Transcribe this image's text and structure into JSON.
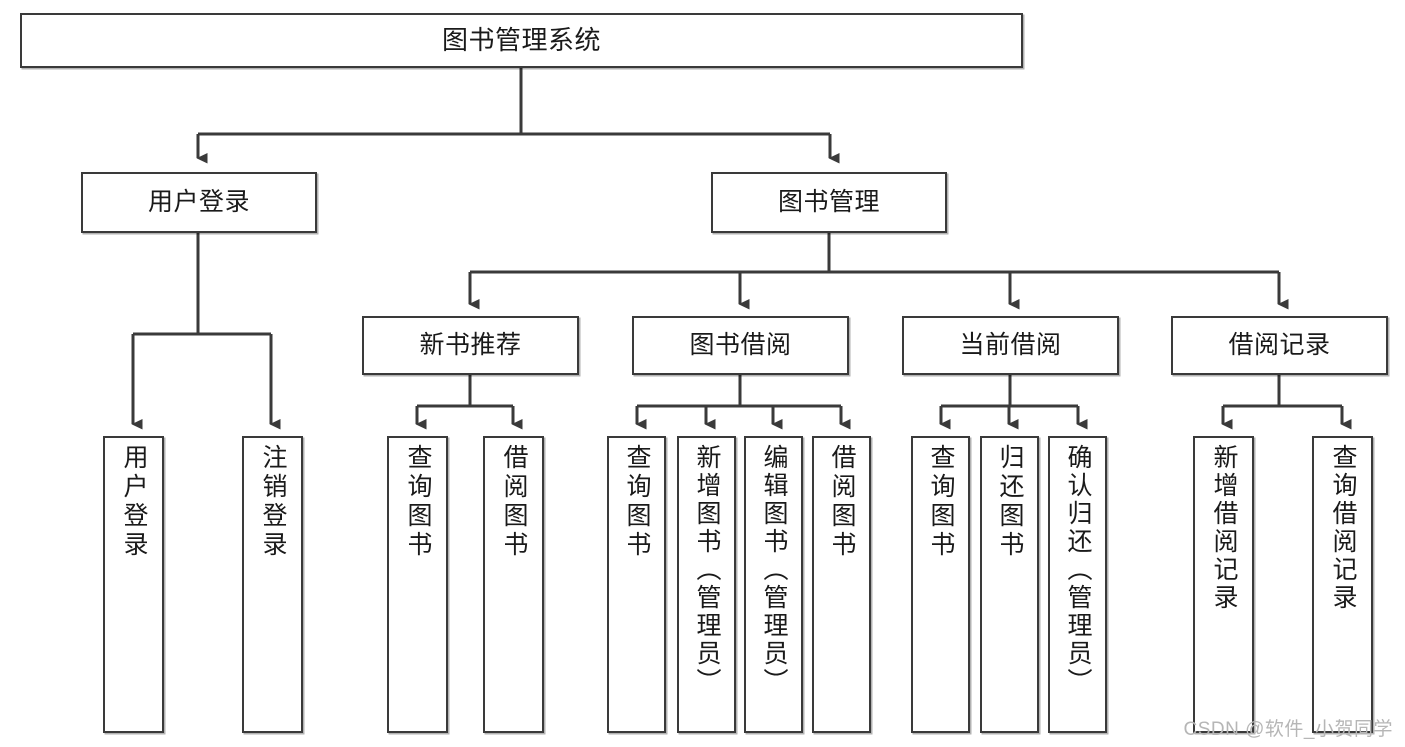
{
  "diagram": {
    "title": "图书管理系统",
    "type": "hierarchy-tree",
    "watermark": "CSDN @软件_小贺同学",
    "colors": {
      "box_border": "#3a3a3a",
      "box_fill": "#ffffff",
      "edge": "#3a3a3a",
      "text": "#1a1a1a",
      "watermark": "#b6b6b6"
    },
    "nodes": {
      "root": {
        "label": "图书管理系统"
      },
      "level2": [
        {
          "label": "用户登录"
        },
        {
          "label": "图书管理"
        }
      ],
      "level3": [
        {
          "label": "新书推荐"
        },
        {
          "label": "图书借阅"
        },
        {
          "label": "当前借阅"
        },
        {
          "label": "借阅记录"
        }
      ],
      "leaves": {
        "user_login": [
          {
            "label": "用户登录"
          },
          {
            "label": "注销登录"
          }
        ],
        "new_book_recommend": [
          {
            "label": "查询图书"
          },
          {
            "label": "借阅图书"
          }
        ],
        "book_borrow": [
          {
            "label": "查询图书"
          },
          {
            "label": "新增图书（管理员）"
          },
          {
            "label": "编辑图书（管理员）"
          },
          {
            "label": "借阅图书"
          }
        ],
        "current_borrow": [
          {
            "label": "查询图书"
          },
          {
            "label": "归还图书"
          },
          {
            "label": "确认归还（管理员）"
          }
        ],
        "borrow_record": [
          {
            "label": "新增借阅记录"
          },
          {
            "label": "查询借阅记录"
          }
        ]
      }
    }
  }
}
